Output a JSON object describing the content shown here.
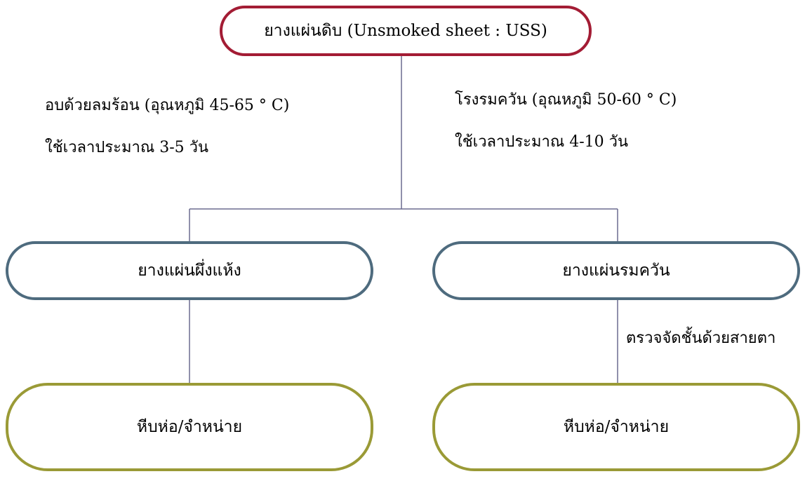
{
  "nodes": {
    "root": "ยางแผ่นดิบ (Unsmoked sheet : USS)",
    "left_mid": "ยางแผ่นผึ่งแห้ง",
    "right_mid": "ยางแผ่นรมควัน",
    "left_bottom": "หีบห่อ/จำหน่าย",
    "right_bottom": "หีบห่อ/จำหน่าย"
  },
  "notes": {
    "left_line1": "อบด้วยลมร้อน (อุณหภูมิ 45-65 ° C)",
    "left_line2": "ใช้เวลาประมาณ 3-5 วัน",
    "right_line1": "โรงรมควัน (อุณหภูมิ 50-60 ° C)",
    "right_line2": "ใช้เวลาประมาณ 4-10 วัน",
    "inspect": "ตรวจจัดชั้นด้วยสายตา"
  },
  "colors": {
    "root_border": "#a31c34",
    "mid_border": "#4e6b7e",
    "bottom_border": "#9a9a36",
    "connector": "#6b6b8f"
  }
}
